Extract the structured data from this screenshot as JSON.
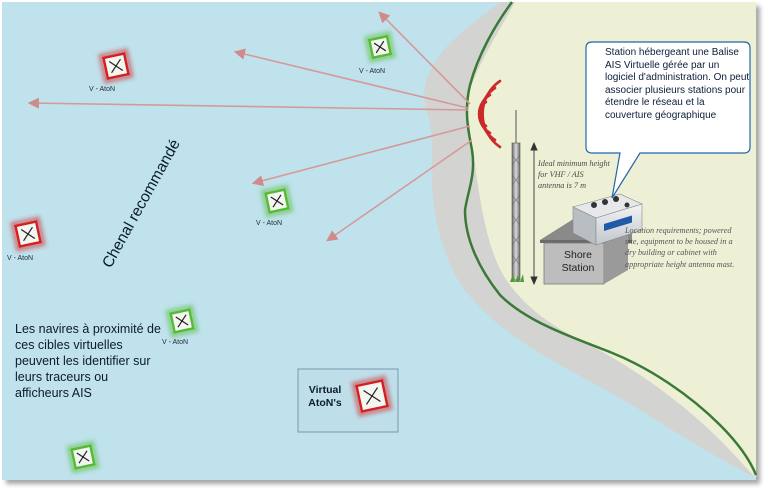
{
  "channel_label": "Chenal recommandé",
  "sea_note": "Les navires à proximité de ces cibles virtuelles peuvent les identifier sur leurs traceurs ou afficheurs AIS",
  "station_callout": "Station hébergeant une Balise AIS Virtuelle gérée par un logiciel d'administration. On peut associer plusieurs stations pour étendre le réseau et la couverture géographique",
  "antenna_note": "Ideal minimum height for VHF / AIS antenna is 7 m",
  "location_note": "Location requirements; powered site, equipment to be housed in a dry building or cabinet with appropriate height antenna mast.",
  "shore_station_label": "Shore Station",
  "legend_label": "Virtual AtoN's",
  "aton_labels": {
    "a1": "V - AtoN",
    "a2": "V - AtoN",
    "a3": "V - AtoN",
    "a4": "V - AtoN",
    "a5": "V - AtoN"
  },
  "colors": {
    "sea": "#bfe2ec",
    "land": "#eef0d6",
    "beach": "#d3d3d1",
    "shoreline": "#3a7a36",
    "signal_arrow": "#d49a9a",
    "aton_red": "#d42020",
    "aton_green": "#55bb33",
    "radio_waves": "#cc2a2a"
  },
  "icons": [
    "radio-waves-icon",
    "antenna-mast-icon",
    "ais-transponder-icon",
    "shore-station-house-icon",
    "virtual-aton-marker-icon"
  ]
}
